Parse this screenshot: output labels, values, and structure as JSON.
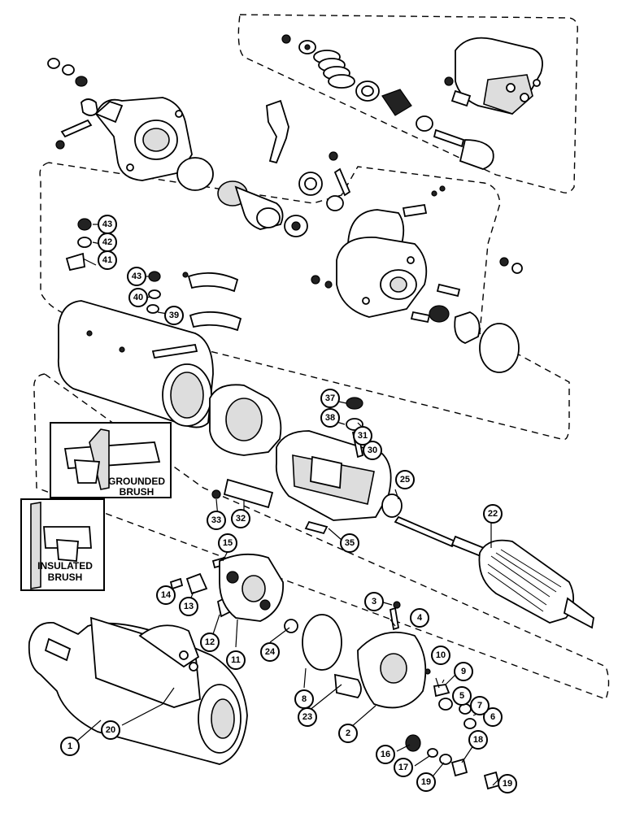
{
  "diagram": {
    "inset_grounded": {
      "line1": "GROUNDED",
      "line2": "BRUSH"
    },
    "inset_insulated": {
      "line1": "INSULATED",
      "line2": "BRUSH"
    },
    "callouts": {
      "c1": "1",
      "c2": "2",
      "c3": "3",
      "c4": "4",
      "c5": "5",
      "c6": "6",
      "c7": "7",
      "c8": "8",
      "c9": "9",
      "c10": "10",
      "c11": "11",
      "c12": "12",
      "c13": "13",
      "c14": "14",
      "c15": "15",
      "c16": "16",
      "c17": "17",
      "c18": "18",
      "c19a": "19",
      "c19b": "19",
      "c20": "20",
      "c22": "22",
      "c23": "23",
      "c24": "24",
      "c25": "25",
      "c30": "30",
      "c31": "31",
      "c32": "32",
      "c33": "33",
      "c35": "35",
      "c37": "37",
      "c38": "38",
      "c39": "39",
      "c40": "40",
      "c41": "41",
      "c42": "42",
      "c43a": "43",
      "c43b": "43"
    }
  }
}
